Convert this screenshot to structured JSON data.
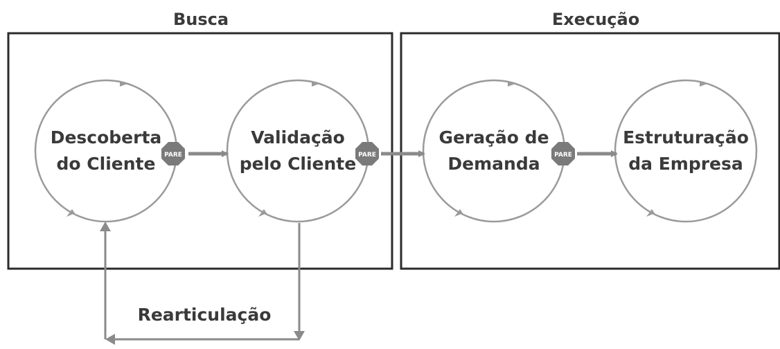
{
  "sections": [
    {
      "title": "Busca"
    },
    {
      "title": "Execução"
    }
  ],
  "stages": [
    {
      "line1": "Descoberta",
      "line2": "do Cliente"
    },
    {
      "line1": "Validação",
      "line2": "pelo Cliente"
    },
    {
      "line1": "Geração de",
      "line2": "Demanda"
    },
    {
      "line1": "Estruturação",
      "line2": "da Empresa"
    }
  ],
  "stop_sign_text": "PARE",
  "feedback_label": "Rearticulação",
  "colors": {
    "box_border": "#2b2b2b",
    "circle": "#9a9a9a",
    "arrow": "#8a8a8a",
    "stop_sign": "#7a7a7a",
    "text": "#3a3a3a"
  }
}
